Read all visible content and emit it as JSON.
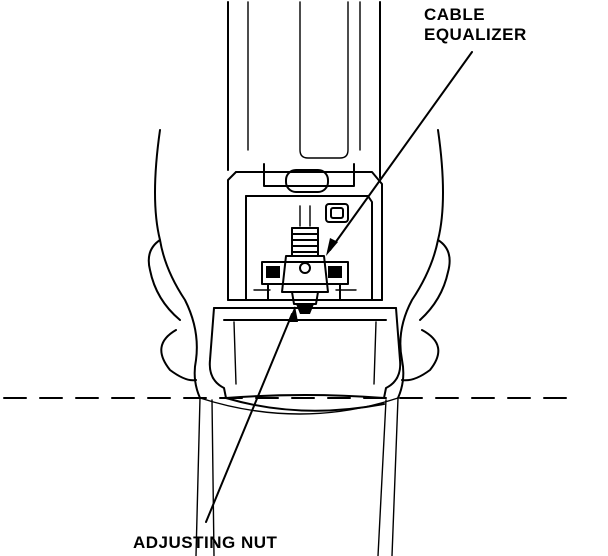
{
  "labels": {
    "cable_equalizer": {
      "line1": "CABLE",
      "line2": "EQUALIZER"
    },
    "adjusting_nut": "ADJUSTING NUT"
  },
  "colors": {
    "ink": "#000000",
    "paper": "#ffffff"
  }
}
